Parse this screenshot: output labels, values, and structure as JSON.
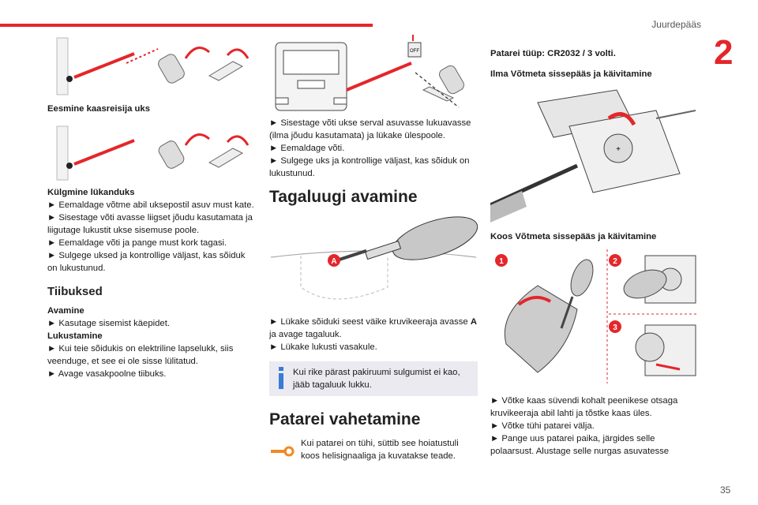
{
  "header": {
    "section": "Juurdepääs",
    "chapter": "2",
    "page": "35"
  },
  "col1": {
    "fig1_caption": "Eesmine kaasreisija uks",
    "fig2_caption": "Külgmine lükanduks",
    "sliding_steps": [
      "► Eemaldage võtme abil uksepostil asuv must kate.",
      "► Sisestage võti avasse liigset jõudu kasutamata ja liigutage lukustit ukse sisemuse poole.",
      "► Eemaldage võti ja pange must kork tagasi.",
      "► Sulgege uksed ja kontrollige väljast, kas sõiduk on lukustunud."
    ],
    "wing_title": "Tiibuksed",
    "open_label": "Avamine",
    "open_step": "► Kasutage sisemist käepidet.",
    "lock_label": "Lukustamine",
    "lock_steps": [
      "► Kui teie sõidukis on elektriline lapselukk, siis veenduge, et see ei ole sisse lülitatud.",
      "► Avage vasakpoolne tiibuks."
    ]
  },
  "col2": {
    "fig_off_label": "OFF",
    "steps": [
      "► Sisestage võti ukse serval asuvasse lukuavasse (ilma jõudu kasutamata) ja lükake ülespoole.",
      "► Eemaldage võti.",
      "► Sulgege uks ja kontrollige väljast, kas sõiduk on lukustunud."
    ],
    "tailgate_title": "Tagaluugi avamine",
    "fig_badge": "A",
    "tail_step1_pre": "► Lükake sõiduki seest väike kruvikeeraja avasse ",
    "tail_step1_bold": "A",
    "tail_step1_post": " ja avage tagaluuk.",
    "tail_step2": "► Lükake lukusti vasakule.",
    "info_text": "Kui rike pärast pakiruumi sulgumist ei kao, jääb tagaluuk lukku.",
    "battery_title": "Patarei vahetamine",
    "warn_text": "Kui patarei on tühi, süttib see hoiatustuli koos helisignaaliga ja kuvatakse teade."
  },
  "col3": {
    "battery_type": "Patarei tüüp: CR2032 / 3 volti.",
    "without_keyless": "Ilma Võtmeta sissepääs ja käivitamine",
    "with_keyless": "Koos Võtmeta sissepääs ja käivitamine",
    "badges": [
      "1",
      "2",
      "3"
    ],
    "steps": [
      "► Võtke kaas süvendi kohalt peenikese otsaga kruvikeeraja abil lahti ja tõstke kaas üles.",
      "► Võtke tühi patarei välja.",
      "► Pange uus patarei paika, järgides selle polaarsust. Alustage selle nurgas asuvatesse"
    ]
  }
}
